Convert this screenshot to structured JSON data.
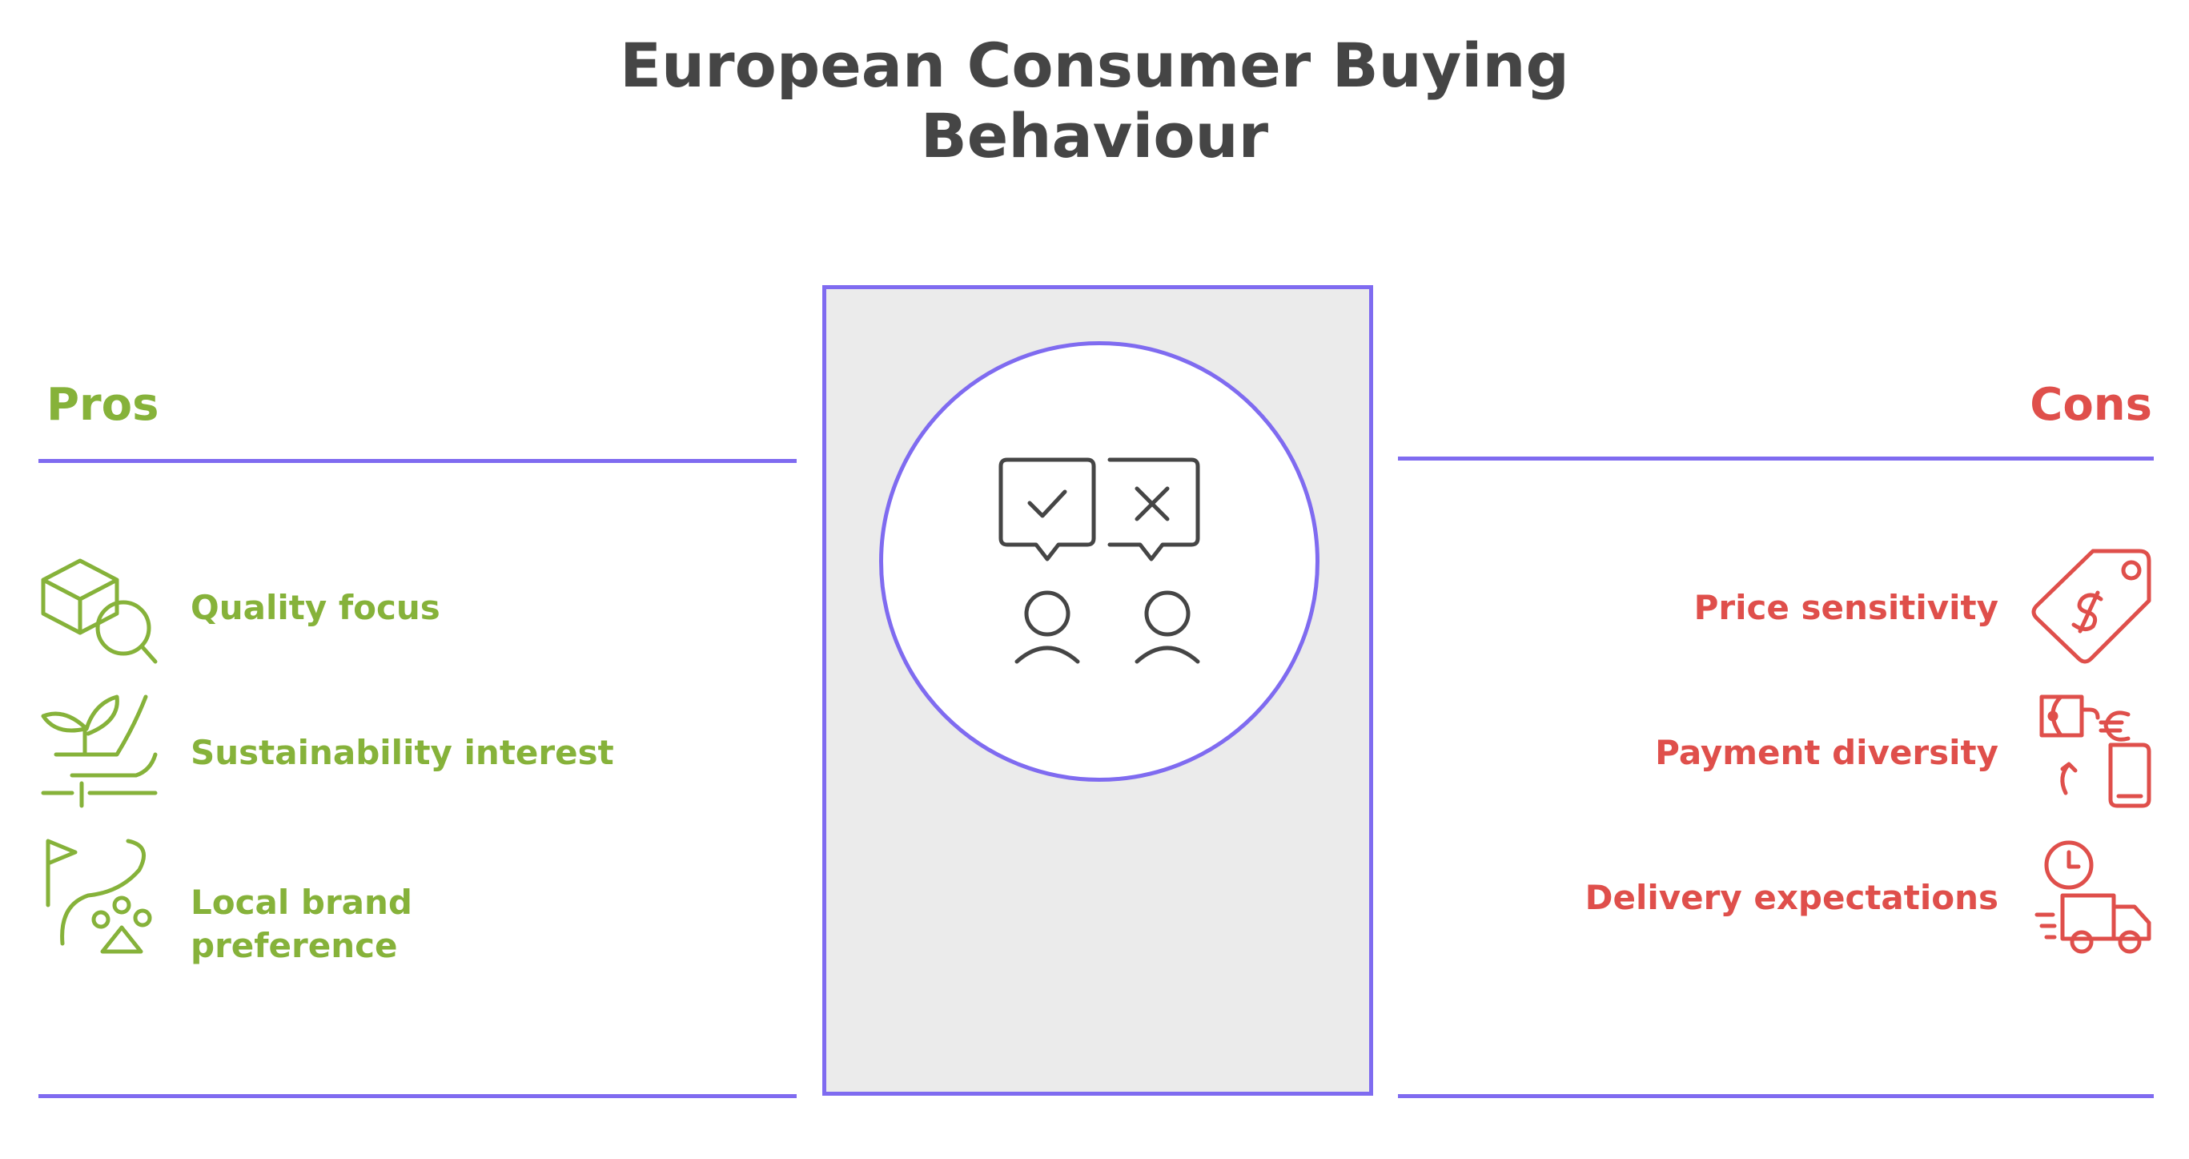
{
  "title": {
    "line1": "European Consumer Buying",
    "line2": "Behaviour"
  },
  "colors": {
    "accent": "#7f6bf0",
    "pros": "#86b23a",
    "cons": "#df4f4b",
    "panel": "#ebebeb",
    "text": "#454545"
  },
  "pros": {
    "heading": "Pros",
    "items": [
      {
        "icon": "quality-search-icon",
        "label": "Quality focus"
      },
      {
        "icon": "sprout-hand-icon",
        "label": "Sustainability interest"
      },
      {
        "icon": "flag-path-icon",
        "label_line1": "Local brand",
        "label_line2": "preference"
      }
    ]
  },
  "cons": {
    "heading": "Cons",
    "items": [
      {
        "icon": "price-tag-icon",
        "label": "Price sensitivity"
      },
      {
        "icon": "payment-exchange-icon",
        "label": "Payment diversity"
      },
      {
        "icon": "delivery-truck-icon",
        "label": "Delivery expectations"
      }
    ]
  },
  "center": {
    "icon": "consumer-approval-icon"
  }
}
